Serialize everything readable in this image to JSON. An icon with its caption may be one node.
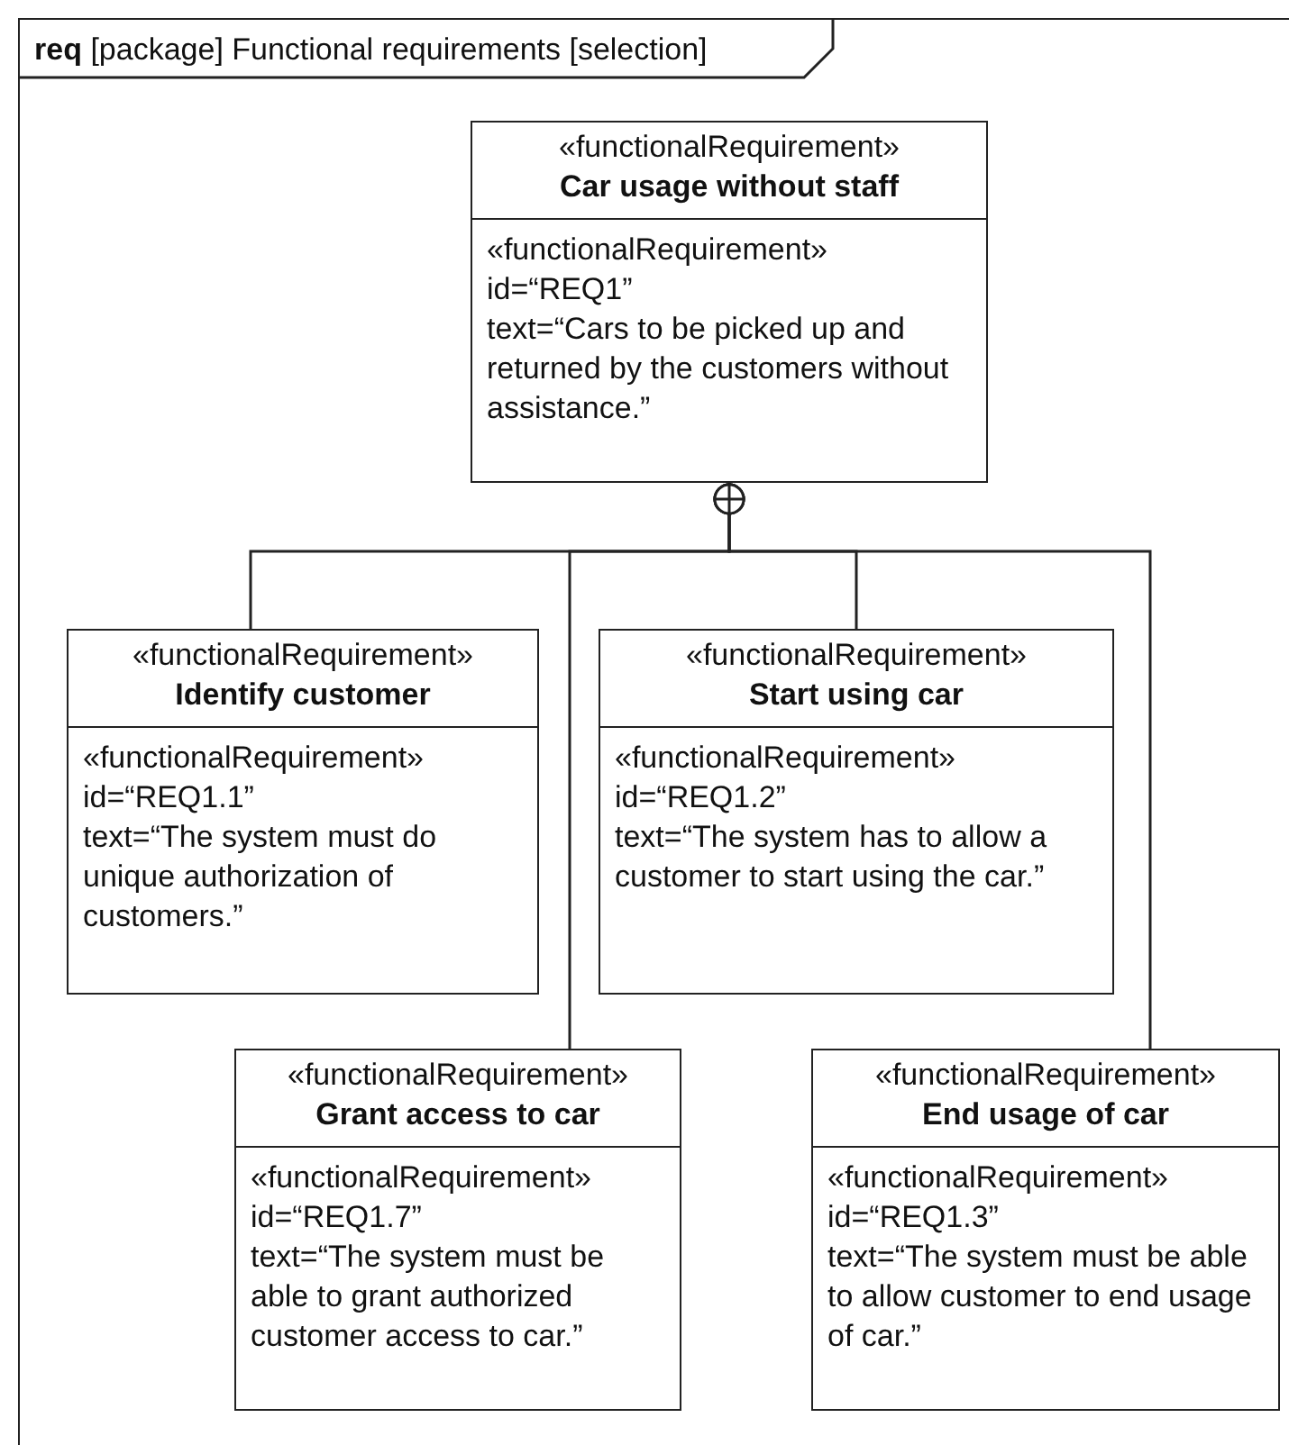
{
  "diagram": {
    "nodes": [
      {
        "text": [
          "**req** [package] Functional requirements [selection]"
        ]
      },
      {
        "text": [
          "«functionalRequirement»",
          "Car usage without staff",
          "«functionalRequirement»",
          "id=“REQ1”",
          "text=“Cars to be picked up and returned by the customers without assistance.”"
        ],
        "in": 0
      },
      {
        "text": [
          "«functionalRequirement»",
          "Identify customer",
          "«functionalRequirement»",
          "id=“REQ1.1”",
          "text=“The system must do unique authorization of customers.”"
        ],
        "in": 0
      },
      {
        "text": [
          "«functionalRequirement»",
          "Start using car",
          "«functionalRequirement»",
          "id=“REQ1.2”",
          "text=“The system has to allow a customer to start using the car.”"
        ],
        "in": 0
      },
      {
        "text": [
          "«functionalRequirement»",
          "Grant access to car",
          "«functionalRequirement»",
          "id=“REQ1.7”",
          "text=“The system must be able to grant authorized customer access to car.”"
        ],
        "in": 0
      },
      {
        "text": [
          "«functionalRequirement»",
          "End usage of car",
          "«functionalRequirement»",
          "id=“REQ1.3”",
          "text=“The system must be able to allow customer to end usage of car.”"
        ],
        "in": 0
      }
    ],
    "edges": [
      {
        "from": 1,
        "to": 2,
        "arrow": "other"
      },
      {
        "from": 1,
        "to": 4,
        "arrow": "other"
      },
      {
        "from": 1,
        "to": 3,
        "arrow": "other"
      },
      {
        "from": 1,
        "to": 5,
        "arrow": "other"
      }
    ]
  }
}
